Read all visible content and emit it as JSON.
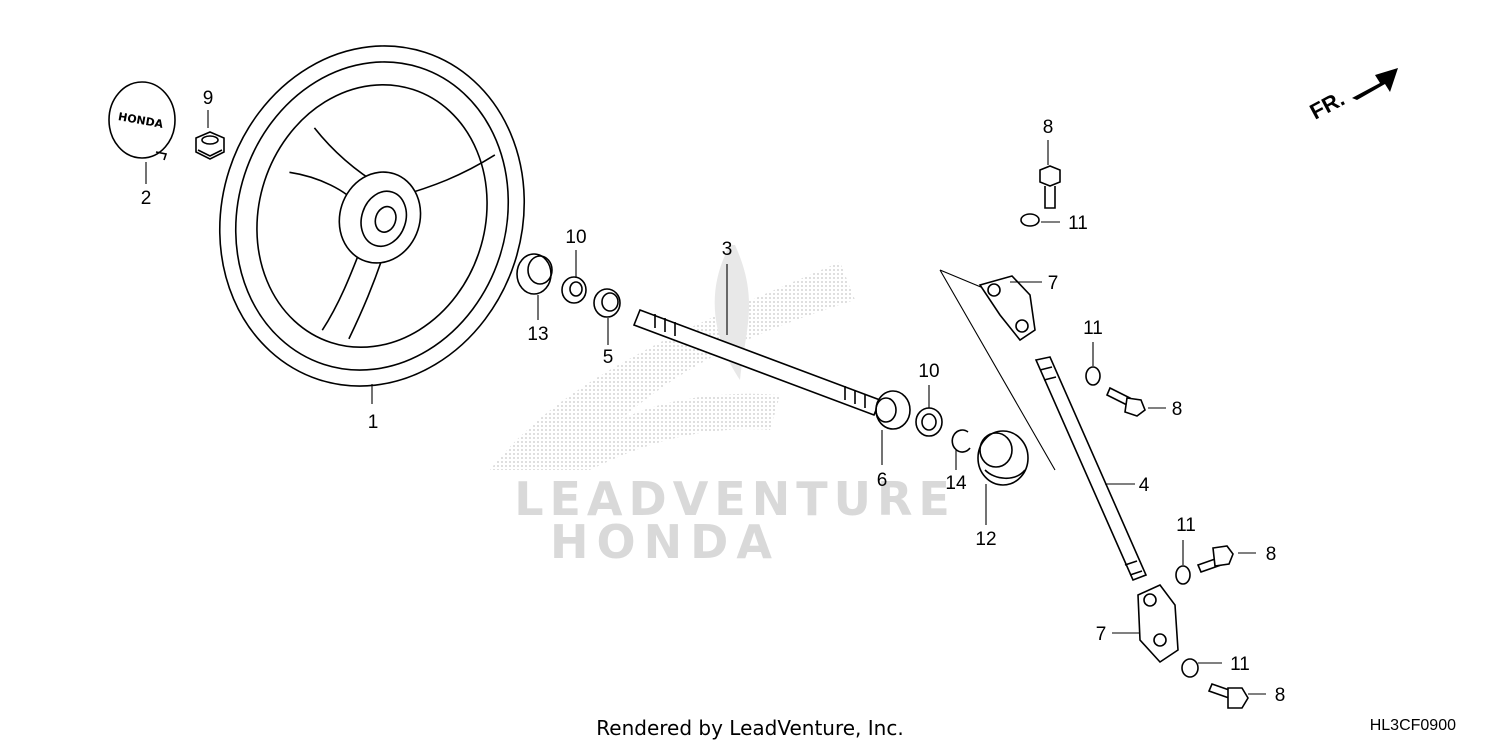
{
  "watermark": {
    "line1": "LEADVENTURE",
    "line2": "HONDA"
  },
  "logo_text": "HONDA",
  "direction": {
    "label": "FR."
  },
  "callouts": {
    "c1": "1",
    "c2": "2",
    "c3": "3",
    "c4": "4",
    "c5": "5",
    "c6": "6",
    "c7": "7",
    "c8": "8",
    "c9": "9",
    "c10": "10",
    "c11": "11",
    "c12": "12",
    "c13": "13",
    "c14": "14"
  },
  "footer": {
    "rendered_by": "Rendered by LeadVenture, Inc.",
    "diagram_code": "HL3CF0900"
  }
}
